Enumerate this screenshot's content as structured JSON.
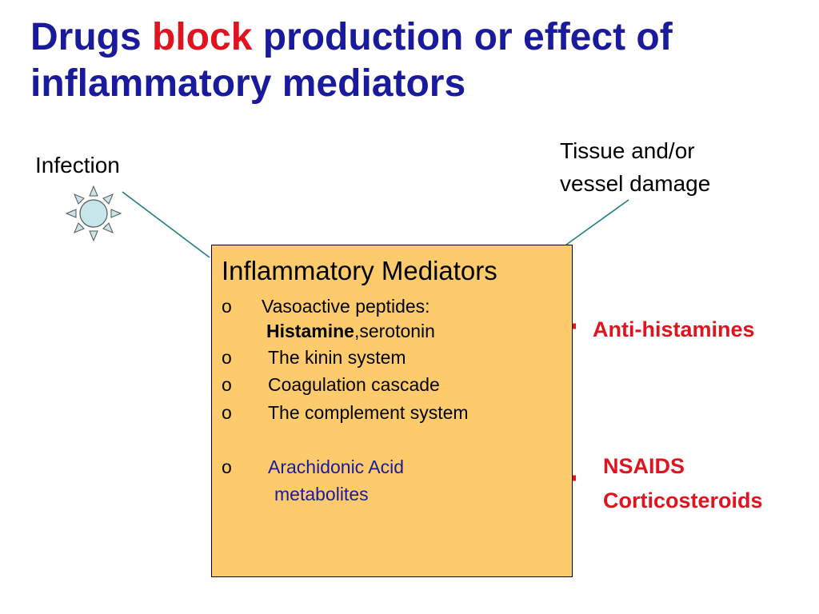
{
  "title": {
    "part1": "Drugs ",
    "accent": "block",
    "part2": " production or effect of inflammatory mediators"
  },
  "causes": {
    "infection": "Infection",
    "tissue_line1": "Tissue and/or",
    "tissue_line2": "vessel damage"
  },
  "mediators": {
    "heading": "Inflammatory  Mediators",
    "bullet": "o",
    "vasoactive": "Vasoactive peptides:",
    "histamine": "Histamine",
    "serotonin": ",serotonin",
    "kinin": "The kinin system",
    "coagulation": "Coagulation cascade",
    "complement": "The complement system",
    "arachidonic_line1": "Arachidonic Acid",
    "arachidonic_line2": "metabolites"
  },
  "drugs": {
    "antihistamines": "Anti-histamines",
    "nsaids": "NSAIDS",
    "corticosteroids": "Corticosteroids"
  },
  "colors": {
    "title": "#1a1a9c",
    "accent": "#e0141e",
    "box_fill": "#fdcb6c",
    "inhibitor": "#e0141e",
    "connector": "#1f7f86",
    "sun_fill": "#c6e6ea"
  },
  "icons": {
    "infection": "sun-burst-icon"
  }
}
